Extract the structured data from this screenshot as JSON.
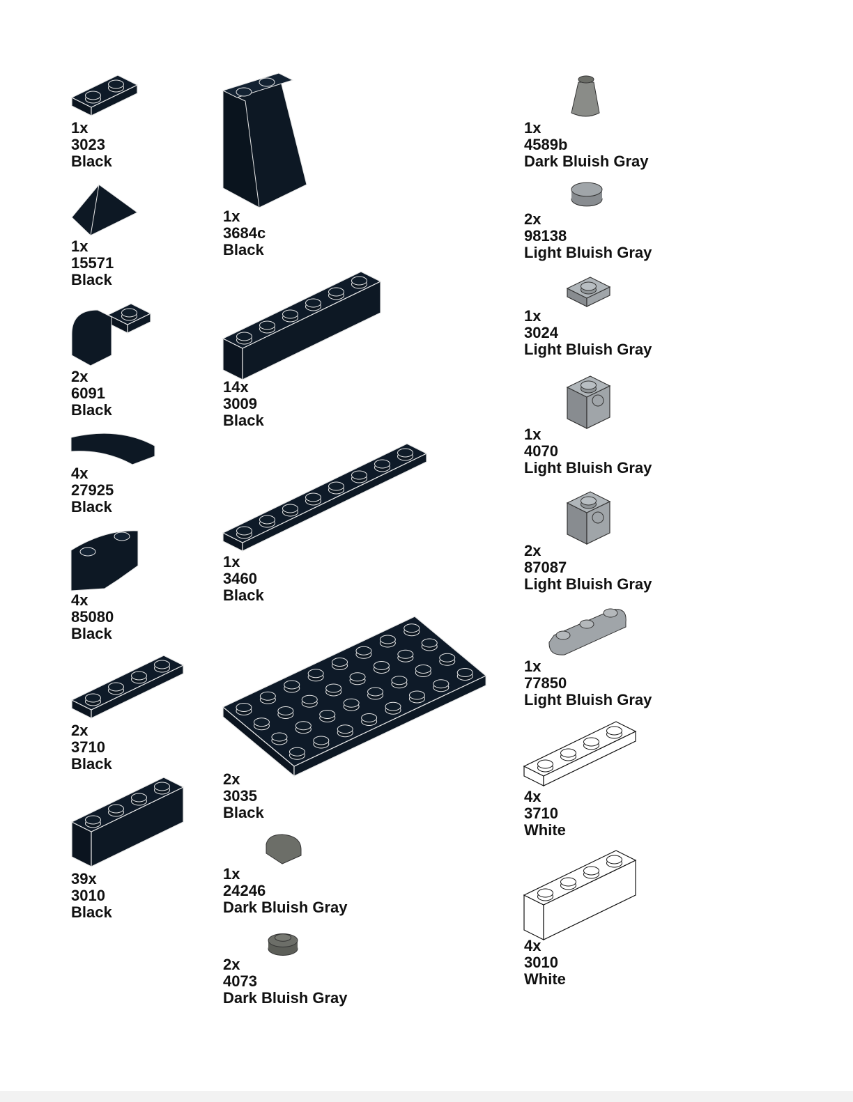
{
  "colors": {
    "Black": "#0d1824",
    "Dark Bluish Gray": "#6c6e68",
    "Light Bluish Gray": "#a0a5a9",
    "White": "#ffffff"
  },
  "columns": [
    {
      "parts": [
        {
          "qty": "1x",
          "id": "3023",
          "color": "Black"
        },
        {
          "qty": "1x",
          "id": "15571",
          "color": "Black"
        },
        {
          "qty": "2x",
          "id": "6091",
          "color": "Black"
        },
        {
          "qty": "4x",
          "id": "27925",
          "color": "Black"
        },
        {
          "qty": "4x",
          "id": "85080",
          "color": "Black"
        },
        {
          "qty": "2x",
          "id": "3710",
          "color": "Black"
        },
        {
          "qty": "39x",
          "id": "3010",
          "color": "Black"
        }
      ]
    },
    {
      "parts": [
        {
          "qty": "1x",
          "id": "3684c",
          "color": "Black"
        },
        {
          "qty": "14x",
          "id": "3009",
          "color": "Black"
        },
        {
          "qty": "1x",
          "id": "3460",
          "color": "Black"
        },
        {
          "qty": "2x",
          "id": "3035",
          "color": "Black"
        },
        {
          "qty": "1x",
          "id": "24246",
          "color": "Dark Bluish Gray"
        },
        {
          "qty": "2x",
          "id": "4073",
          "color": "Dark Bluish Gray"
        }
      ]
    },
    {
      "parts": [
        {
          "qty": "1x",
          "id": "4589b",
          "color": "Dark Bluish Gray"
        },
        {
          "qty": "2x",
          "id": "98138",
          "color": "Light Bluish Gray"
        },
        {
          "qty": "1x",
          "id": "3024",
          "color": "Light Bluish Gray"
        },
        {
          "qty": "1x",
          "id": "4070",
          "color": "Light Bluish Gray"
        },
        {
          "qty": "2x",
          "id": "87087",
          "color": "Light Bluish Gray"
        },
        {
          "qty": "1x",
          "id": "77850",
          "color": "Light Bluish Gray"
        },
        {
          "qty": "4x",
          "id": "3710",
          "color": "White"
        },
        {
          "qty": "4x",
          "id": "3010",
          "color": "White"
        }
      ]
    }
  ]
}
